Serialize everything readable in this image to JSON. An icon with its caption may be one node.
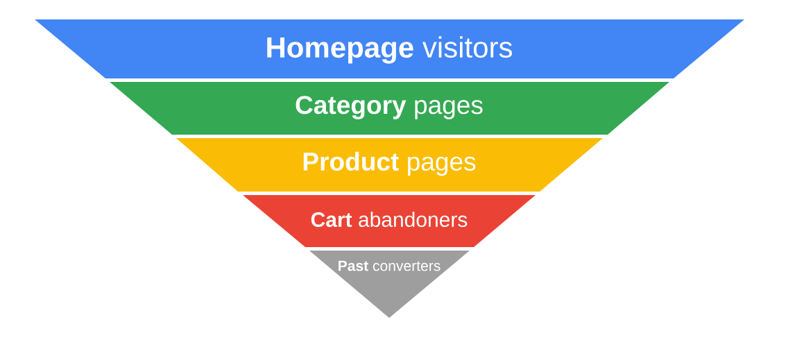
{
  "diagram": {
    "nodes": [
      {
        "text": [
          "**Homepage** visitors"
        ]
      },
      {
        "text": [
          "**Category** pages"
        ]
      },
      {
        "text": [
          "**Product** pages"
        ]
      },
      {
        "text": [
          "**Cart** abandoners"
        ]
      },
      {
        "text": [
          "**Past** converters"
        ]
      }
    ]
  }
}
